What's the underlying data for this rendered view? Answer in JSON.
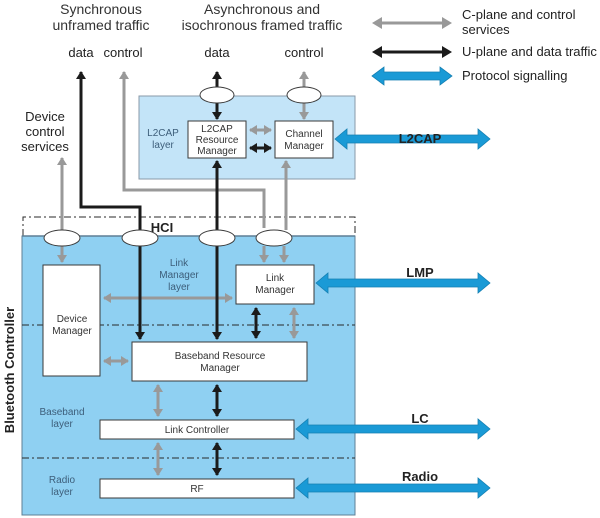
{
  "colors": {
    "control": "#999999",
    "data": "#1b1b1b",
    "protocol": "#1a9ad6",
    "controller_bg": "#8fd0f2",
    "l2cap_bg": "#c3e4f8"
  },
  "headers": {
    "sync_line1": "Synchronous",
    "sync_line2": "unframed traffic",
    "async_line1": "Asynchronous and",
    "async_line2": "isochronous framed traffic",
    "sync_data": "data",
    "sync_control": "control",
    "async_data": "data",
    "async_control": "control",
    "device_line1": "Device",
    "device_line2": "control",
    "device_line3": "services"
  },
  "legend": {
    "control_line1": "C-plane and control",
    "control_line2": "services",
    "data": "U-plane and data traffic",
    "protocol": "Protocol signalling"
  },
  "l2cap": {
    "layer_line1": "L2CAP",
    "layer_line2": "layer",
    "resource_line1": "L2CAP",
    "resource_line2": "Resource",
    "resource_line3": "Manager",
    "channel_line1": "Channel",
    "channel_line2": "Manager"
  },
  "hci_label": "HCI",
  "controller": {
    "title": "Bluetooth Controller",
    "lm_layer_line1": "Link",
    "lm_layer_line2": "Manager",
    "lm_layer_line3": "layer",
    "link_manager_line1": "Link",
    "link_manager_line2": "Manager",
    "device_manager_line1": "Device",
    "device_manager_line2": "Manager",
    "brm_line1": "Baseband Resource",
    "brm_line2": "Manager",
    "baseband_layer_line1": "Baseband",
    "baseband_layer_line2": "layer",
    "link_controller": "Link Controller",
    "radio_layer_line1": "Radio",
    "radio_layer_line2": "layer",
    "rf": "RF"
  },
  "protocols": {
    "l2cap": "L2CAP",
    "lmp": "LMP",
    "lc": "LC",
    "radio": "Radio"
  }
}
